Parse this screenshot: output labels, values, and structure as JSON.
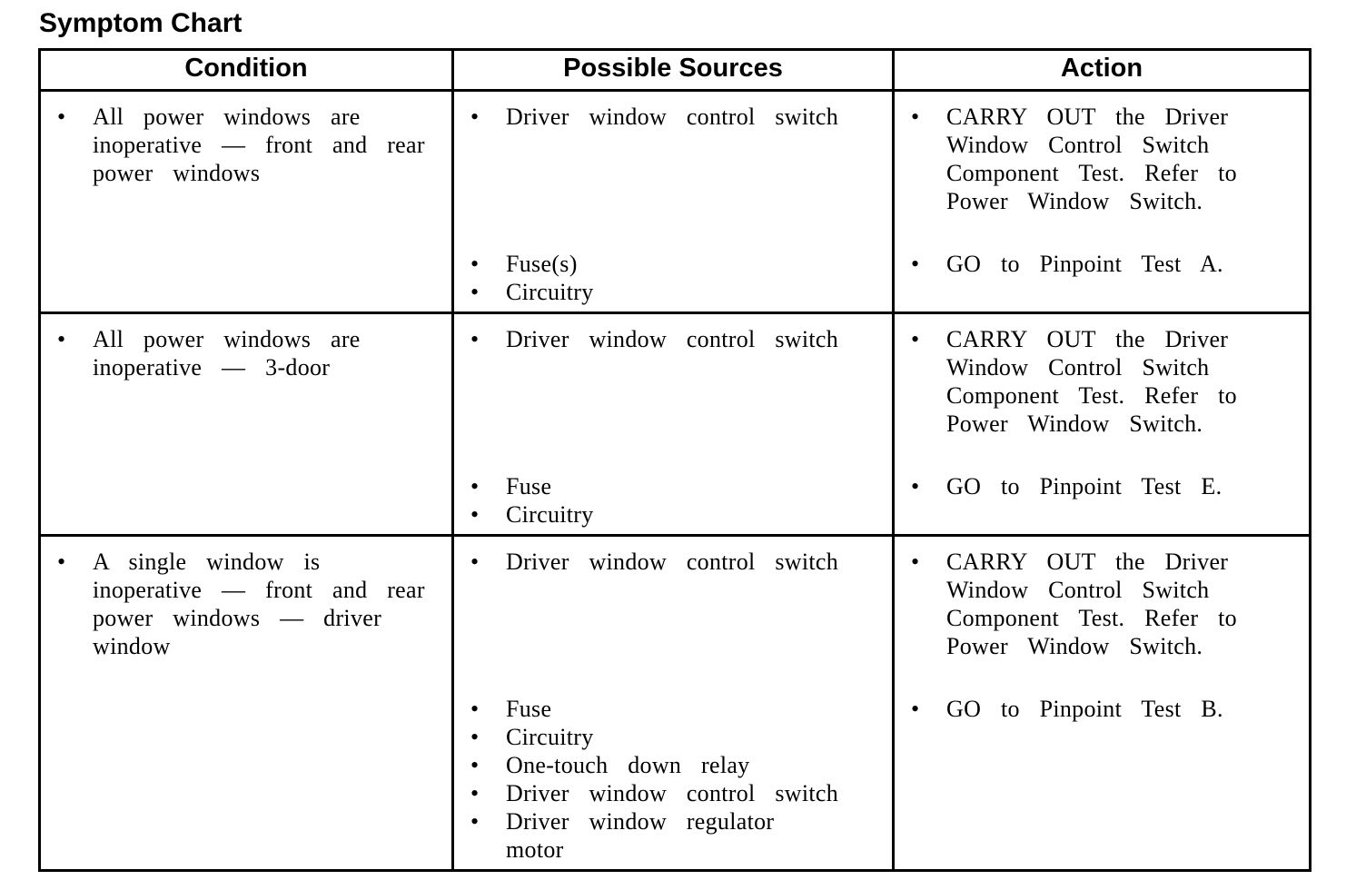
{
  "page_title": "Symptom Chart",
  "icons": {
    "bullet": "•"
  },
  "table": {
    "headers": [
      "Condition",
      "Possible Sources",
      "Action"
    ],
    "rows": [
      {
        "condition": "All power windows are\ninoperative — front and rear\npower windows",
        "sources_primary": [
          "Driver window control switch"
        ],
        "sources_secondary": [
          "Fuse(s)",
          "Circuitry"
        ],
        "actions_primary": [
          "CARRY OUT the Driver\nWindow Control Switch\nComponent Test. Refer to\nPower Window Switch."
        ],
        "actions_secondary": [
          "GO to Pinpoint Test A."
        ]
      },
      {
        "condition": "All power windows are\ninoperative — 3-door",
        "sources_primary": [
          "Driver window control switch"
        ],
        "sources_secondary": [
          "Fuse",
          "Circuitry"
        ],
        "actions_primary": [
          "CARRY OUT the Driver\nWindow Control Switch\nComponent Test. Refer to\nPower Window Switch."
        ],
        "actions_secondary": [
          "GO to Pinpoint Test E."
        ]
      },
      {
        "condition": "A single window is\ninoperative — front and rear\npower windows — driver\nwindow",
        "sources_primary": [
          "Driver window control switch"
        ],
        "sources_secondary": [
          "Fuse",
          "Circuitry",
          "One-touch down relay",
          "Driver window control switch",
          "Driver window regulator\nmotor"
        ],
        "actions_primary": [
          "CARRY OUT the Driver\nWindow Control Switch\nComponent Test. Refer to\nPower Window Switch."
        ],
        "actions_secondary": [
          "GO to Pinpoint Test B."
        ]
      }
    ]
  }
}
